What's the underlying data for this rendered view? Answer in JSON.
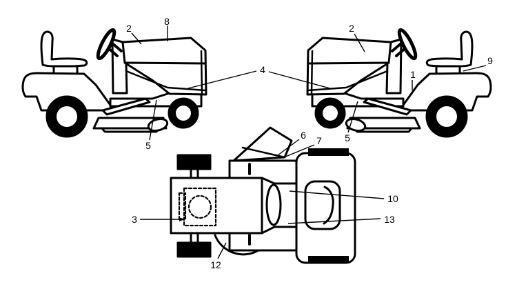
{
  "figure": {
    "colors": {
      "background": "#ffffff",
      "line": "#000000"
    },
    "views": {
      "side_left": {
        "name": "lawn-tractor-side-view-facing-right"
      },
      "side_right": {
        "name": "lawn-tractor-side-view-facing-left"
      },
      "top": {
        "name": "lawn-tractor-top-view"
      }
    },
    "callouts": [
      {
        "label": "2",
        "view": "side_left"
      },
      {
        "label": "8",
        "view": "side_left"
      },
      {
        "label": "5",
        "view": "side_left"
      },
      {
        "label": "4",
        "view": "both_side_views"
      },
      {
        "label": "2",
        "view": "side_right"
      },
      {
        "label": "1",
        "view": "side_right"
      },
      {
        "label": "9",
        "view": "side_right"
      },
      {
        "label": "5",
        "view": "side_right"
      },
      {
        "label": "6",
        "view": "top"
      },
      {
        "label": "7",
        "view": "top"
      },
      {
        "label": "3",
        "view": "top"
      },
      {
        "label": "12",
        "view": "top"
      },
      {
        "label": "10",
        "view": "top"
      },
      {
        "label": "13",
        "view": "top"
      }
    ]
  }
}
